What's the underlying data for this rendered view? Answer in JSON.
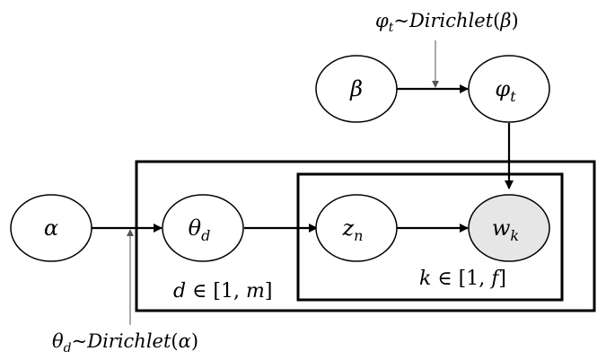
{
  "diagram": {
    "nodes": [
      {
        "id": "alpha",
        "symbol": "α",
        "subscript": "",
        "observed": false
      },
      {
        "id": "theta",
        "symbol": "θ",
        "subscript": "d",
        "observed": false
      },
      {
        "id": "z",
        "symbol": "z",
        "subscript": "n",
        "observed": false
      },
      {
        "id": "w",
        "symbol": "w",
        "subscript": "k",
        "observed": true
      },
      {
        "id": "beta",
        "symbol": "β",
        "subscript": "",
        "observed": false
      },
      {
        "id": "phi",
        "symbol": "φ",
        "subscript": "t",
        "observed": false
      }
    ],
    "edges": [
      {
        "from": "alpha",
        "to": "theta"
      },
      {
        "from": "theta",
        "to": "z"
      },
      {
        "from": "z",
        "to": "w"
      },
      {
        "from": "beta",
        "to": "phi"
      },
      {
        "from": "phi",
        "to": "w"
      }
    ],
    "plates": {
      "outer": {
        "var": "d",
        "range_start": "1",
        "range_end": "m"
      },
      "inner": {
        "var": "k",
        "range_start": "1",
        "range_end": "f"
      }
    },
    "annotations": {
      "phi_prior": {
        "var": "φ",
        "sub": "t",
        "dist": "Dirichlet",
        "param": "β"
      },
      "theta_prior": {
        "var": "θ",
        "sub": "d",
        "dist": "Dirichlet",
        "param": "α"
      }
    }
  },
  "colors": {
    "observed_fill": "#e6e6e6",
    "stroke": "#000000"
  }
}
